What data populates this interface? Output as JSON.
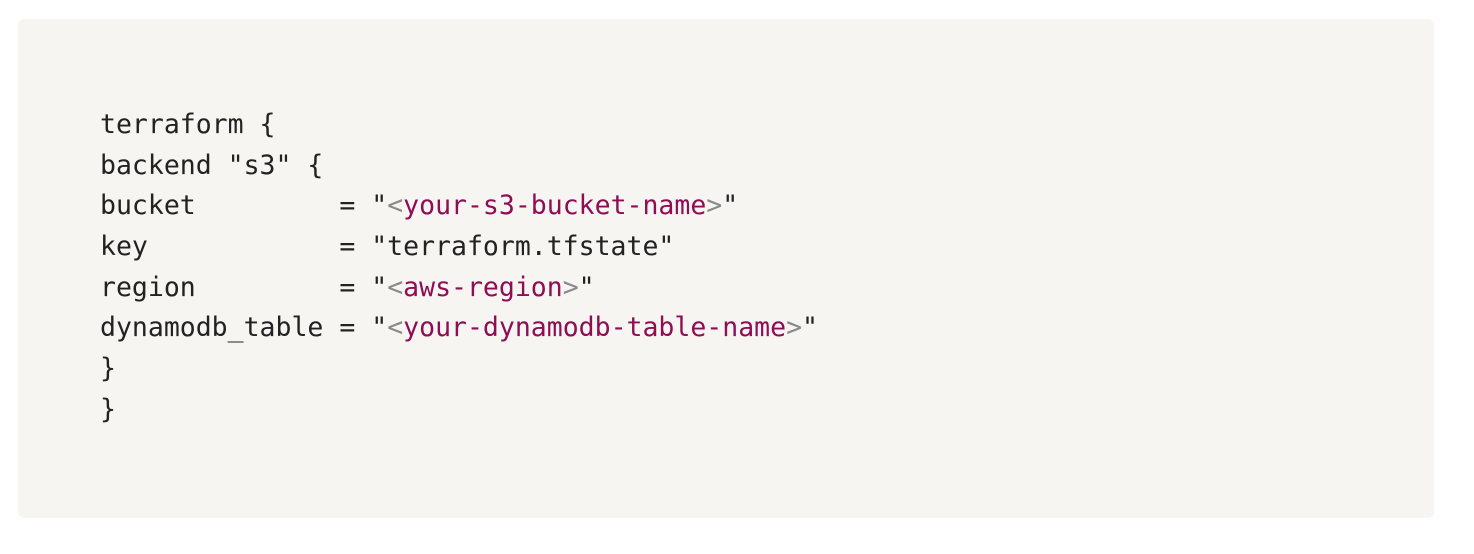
{
  "code_block": {
    "language": "hcl",
    "lines": [
      {
        "indent": "",
        "tokens": [
          {
            "t": "plain",
            "v": "terraform {"
          }
        ]
      },
      {
        "indent": "  ",
        "tokens": [
          {
            "t": "plain",
            "v": "backend \"s3\" {"
          }
        ]
      },
      {
        "indent": "    ",
        "tokens": [
          {
            "t": "plain",
            "v": "bucket         = \""
          },
          {
            "t": "angle",
            "v": "<"
          },
          {
            "t": "ph",
            "v": "your-s3-bucket-name"
          },
          {
            "t": "angle",
            "v": ">"
          },
          {
            "t": "plain",
            "v": "\""
          }
        ]
      },
      {
        "indent": "    ",
        "tokens": [
          {
            "t": "plain",
            "v": "key            = \"terraform.tfstate\""
          }
        ]
      },
      {
        "indent": "    ",
        "tokens": [
          {
            "t": "plain",
            "v": "region         = \""
          },
          {
            "t": "angle",
            "v": "<"
          },
          {
            "t": "ph",
            "v": "aws-region"
          },
          {
            "t": "angle",
            "v": ">"
          },
          {
            "t": "plain",
            "v": "\""
          }
        ]
      },
      {
        "indent": "    ",
        "tokens": [
          {
            "t": "plain",
            "v": "dynamodb_table = \""
          },
          {
            "t": "angle",
            "v": "<"
          },
          {
            "t": "ph",
            "v": "your-dynamodb-table-name"
          },
          {
            "t": "angle",
            "v": ">"
          },
          {
            "t": "plain",
            "v": "\""
          }
        ]
      },
      {
        "indent": "  ",
        "tokens": [
          {
            "t": "plain",
            "v": "}"
          }
        ]
      },
      {
        "indent": "",
        "tokens": [
          {
            "t": "plain",
            "v": "}"
          }
        ]
      }
    ]
  },
  "colors": {
    "background": "#f6f5f2",
    "text": "#222222",
    "placeholder": "#8e0d54",
    "angle_bracket": "#8a8a8a"
  }
}
